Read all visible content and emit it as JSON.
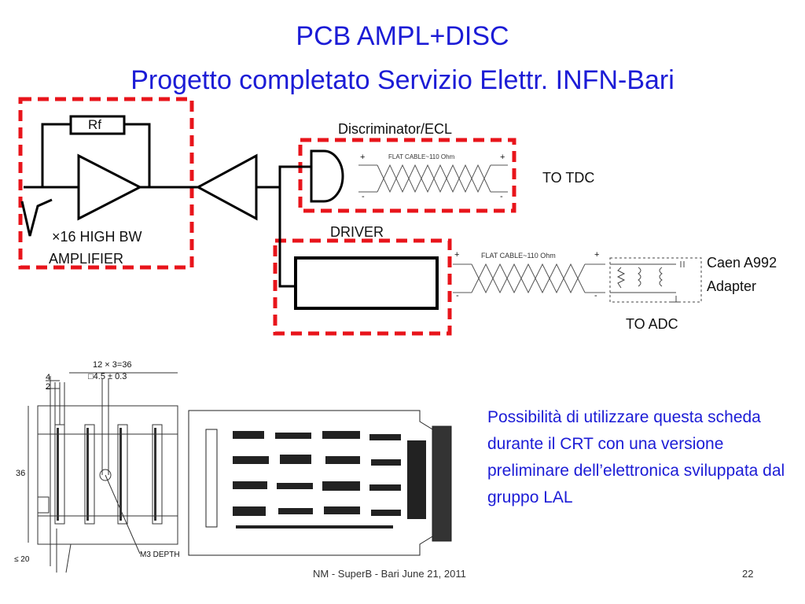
{
  "title": {
    "line1": "PCB AMPL+DISC",
    "line2": "Progetto completato Servizio Elettr. INFN-Bari"
  },
  "schematic": {
    "rf_label": "Rf",
    "amplifier_label_line1": "×16 HIGH BW",
    "amplifier_label_line2": "AMPLIFIER",
    "discriminator_label": "Discriminator/ECL",
    "driver_label": "DRIVER",
    "flat_cable_label": "FLAT CABLE~110 Ohm",
    "to_tdc": "TO TDC",
    "to_adc": "TO ADC",
    "adapter_line1": "Caen A992",
    "adapter_line2": "Adapter",
    "plus": "+",
    "minus": "-",
    "highlight_color": "#e8141b"
  },
  "note": "Possibilità di utilizzare questa scheda durante il CRT con una versione preliminare dell’elettronica sviluppata dal gruppo LAL",
  "footer": {
    "center": "NM - SuperB - Bari June 21, 2011",
    "page": "22"
  },
  "drawing": {
    "dim_top": "12 × 3=36",
    "dim_square": "□4.5 ± 0.3",
    "dim_4": "4",
    "dim_2": "2",
    "dim_36": "36",
    "dim_20": "≤ 20",
    "m3_depth": "M3 DEPTH"
  }
}
